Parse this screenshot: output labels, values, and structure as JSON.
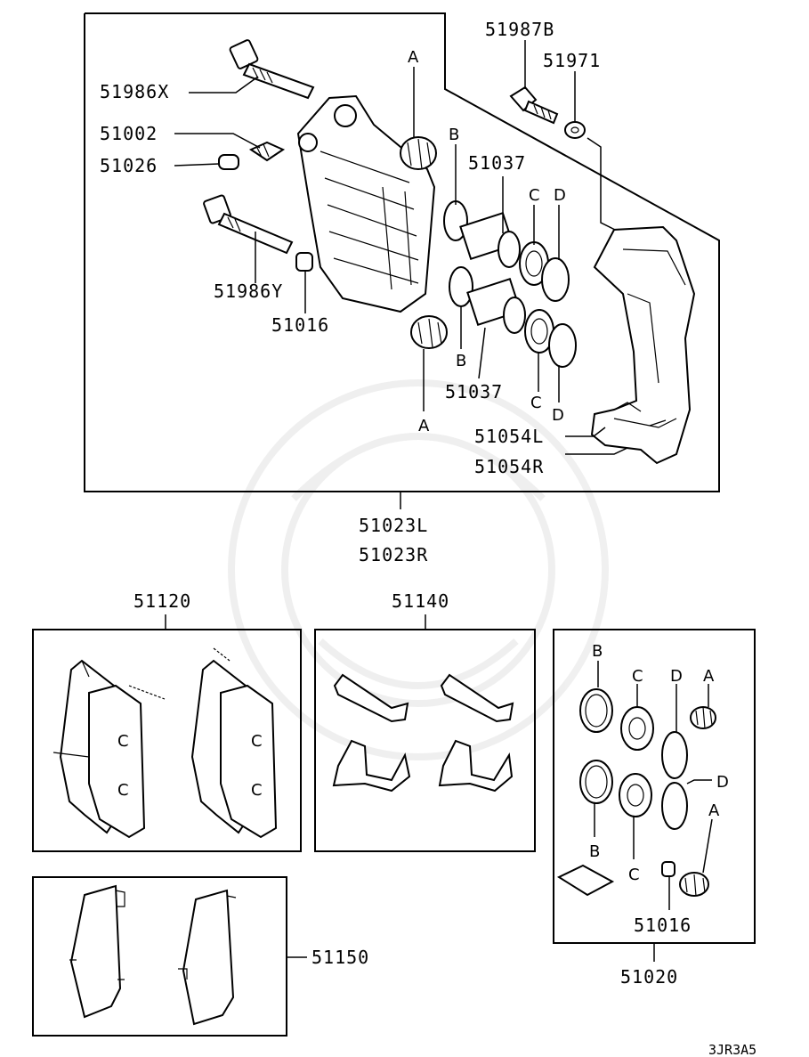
{
  "labels": {
    "p51987B": "51987B",
    "p51971": "51971",
    "p51986X": "51986X",
    "p51002": "51002",
    "p51026": "51026",
    "p51037_top": "51037",
    "p51037_bottom": "51037",
    "p51986Y": "51986Y",
    "p51016_top": "51016",
    "p51054L": "51054L",
    "p51054R": "51054R",
    "p51023L": "51023L",
    "p51023R": "51023R",
    "p51120": "51120",
    "p51140": "51140",
    "p51150": "51150",
    "p51016_kit": "51016",
    "p51020": "51020"
  },
  "letters": {
    "a1": "A",
    "a2": "A",
    "b1": "B",
    "b2": "B",
    "c1": "C",
    "c2": "C",
    "d1": "D",
    "d2": "D",
    "kb1": "B",
    "kc1": "C",
    "kd1": "D",
    "ka1": "A",
    "kb2": "B",
    "kc2": "C",
    "kd2": "D",
    "ka2": "A"
  },
  "diagram_code": "3JR3A5",
  "pad_marks": [
    "C",
    "C",
    "C",
    "C"
  ],
  "watermark": "decorative-emblem"
}
